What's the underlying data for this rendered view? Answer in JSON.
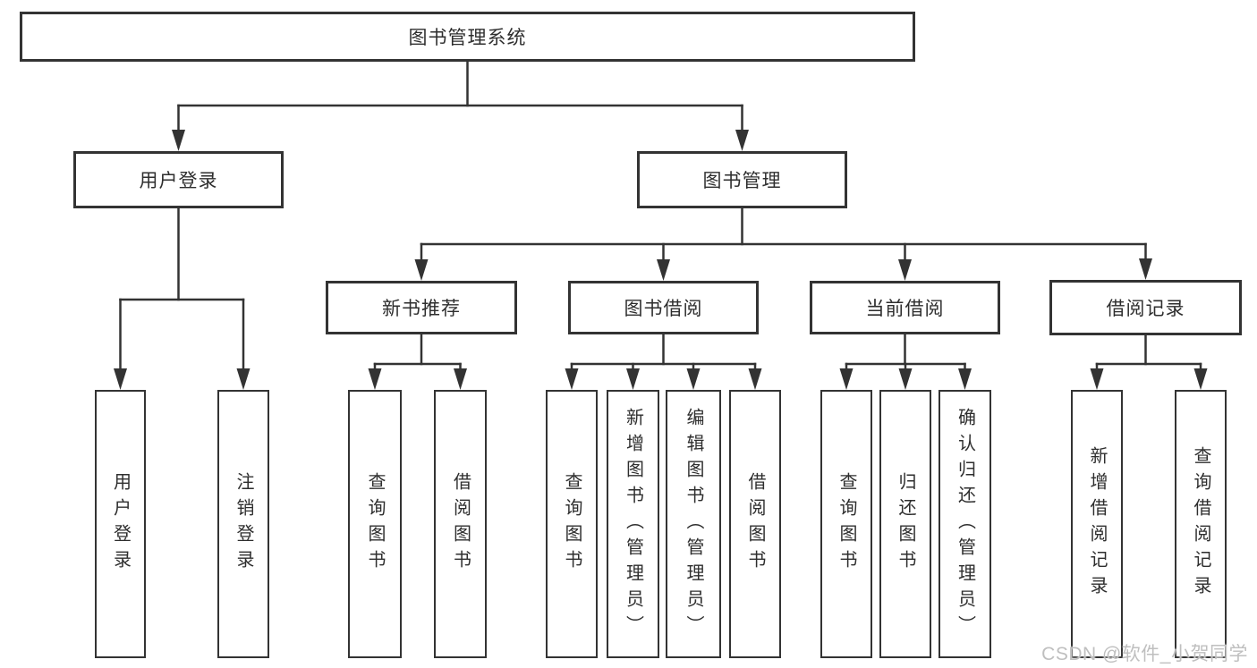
{
  "diagram": {
    "root": {
      "label": "图书管理系统"
    },
    "branches": [
      {
        "label": "用户登录",
        "children": [
          {
            "label": "用户登录"
          },
          {
            "label": "注销登录"
          }
        ]
      },
      {
        "label": "图书管理",
        "sections": [
          {
            "label": "新书推荐",
            "children": [
              {
                "label": "查询图书"
              },
              {
                "label": "借阅图书"
              }
            ]
          },
          {
            "label": "图书借阅",
            "children": [
              {
                "label": "查询图书"
              },
              {
                "label": "新增图书（管理员）"
              },
              {
                "label": "编辑图书（管理员）"
              },
              {
                "label": "借阅图书"
              }
            ]
          },
          {
            "label": "当前借阅",
            "children": [
              {
                "label": "查询图书"
              },
              {
                "label": "归还图书"
              },
              {
                "label": "确认归还（管理员）"
              }
            ]
          },
          {
            "label": "借阅记录",
            "children": [
              {
                "label": "新增借阅记录"
              },
              {
                "label": "查询借阅记录"
              }
            ]
          }
        ]
      }
    ],
    "watermark": "CSDN @软件_小贺同学",
    "colors": {
      "line": "#333333",
      "box_border": "#333333",
      "box_fill": "#ffffff",
      "text": "#2e2e2e",
      "watermark": "#bfbfbf",
      "background": "#ffffff"
    }
  }
}
